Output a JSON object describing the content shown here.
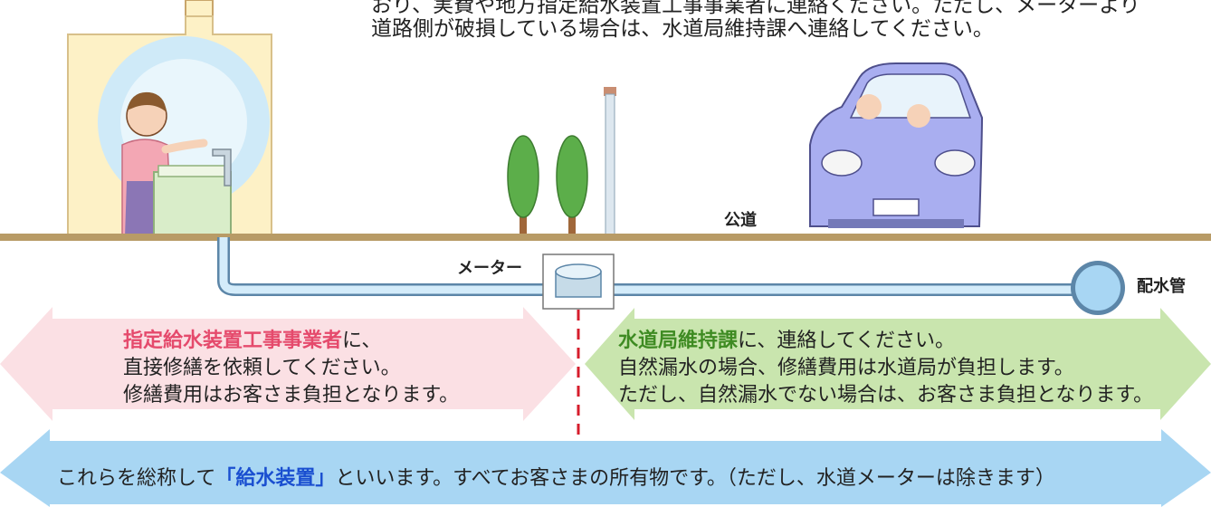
{
  "colors": {
    "ground": "#b89b66",
    "pipe": "#9ec8e6",
    "pink_arrow": "#fbe0e4",
    "green_arrow": "#c9e5ae",
    "blue_arrow": "#a8d6f3",
    "divider": "#d61d2c",
    "house": "#fdf1c6",
    "car": "#a9aef0"
  },
  "header": {
    "line1": "おり、実費や地方指定給水装置工事事業者に連絡ください。ただし、メーターより",
    "line2": "道路側が破損している場合は、水道局維持課へ連絡してください。"
  },
  "labels": {
    "road": "公道",
    "meter": "メーター",
    "main_pipe": "配水管"
  },
  "left_box": {
    "highlight": "指定給水装置工事事業者",
    "line1_suffix": "に、",
    "line2": "直接修繕を依頼してください。",
    "line3": "修繕費用はお客さま負担となります。"
  },
  "right_box": {
    "highlight": "水道局維持課",
    "line1_suffix": "に、連絡してください。",
    "line2": "自然漏水の場合、修繕費用は水道局が負担します。",
    "line3": "ただし、自然漏水でない場合は、お客さま負担となります。"
  },
  "bottom_bar": {
    "prefix": "これらを総称して",
    "highlight": "「給水装置」",
    "suffix": "といいます。すべてお客さまの所有物です。（ただし、水道メーターは除きます）"
  }
}
